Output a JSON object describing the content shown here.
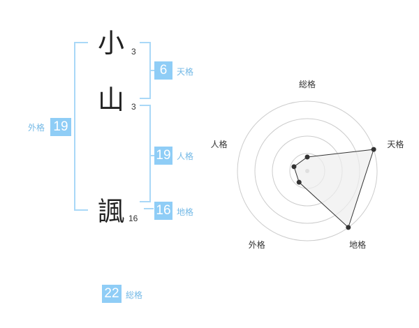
{
  "name": {
    "chars": [
      {
        "char": "小",
        "strokes": "3"
      },
      {
        "char": "山",
        "strokes": "3"
      },
      {
        "char": "諷",
        "strokes": "16"
      }
    ]
  },
  "kaku": {
    "tenkaku": {
      "label": "天格",
      "value": "6"
    },
    "jinkaku": {
      "label": "人格",
      "value": "19"
    },
    "chikaku": {
      "label": "地格",
      "value": "16"
    },
    "gaikaku": {
      "label": "外格",
      "value": "19"
    },
    "soukaku": {
      "label": "総格",
      "value": "22"
    }
  },
  "colors": {
    "badge": "#8fcdf6",
    "bracket": "#a9d8f7",
    "badge_label": "#74b9e6",
    "radar_ring": "#cccccc",
    "radar_fill": "#eeeeee",
    "radar_line": "#333333"
  },
  "chart_data": {
    "type": "radar",
    "axes": [
      "総格",
      "天格",
      "地格",
      "外格",
      "人格"
    ],
    "rings": 4,
    "range": [
      0,
      4
    ],
    "values": [
      1,
      4,
      4,
      1,
      1
    ]
  }
}
